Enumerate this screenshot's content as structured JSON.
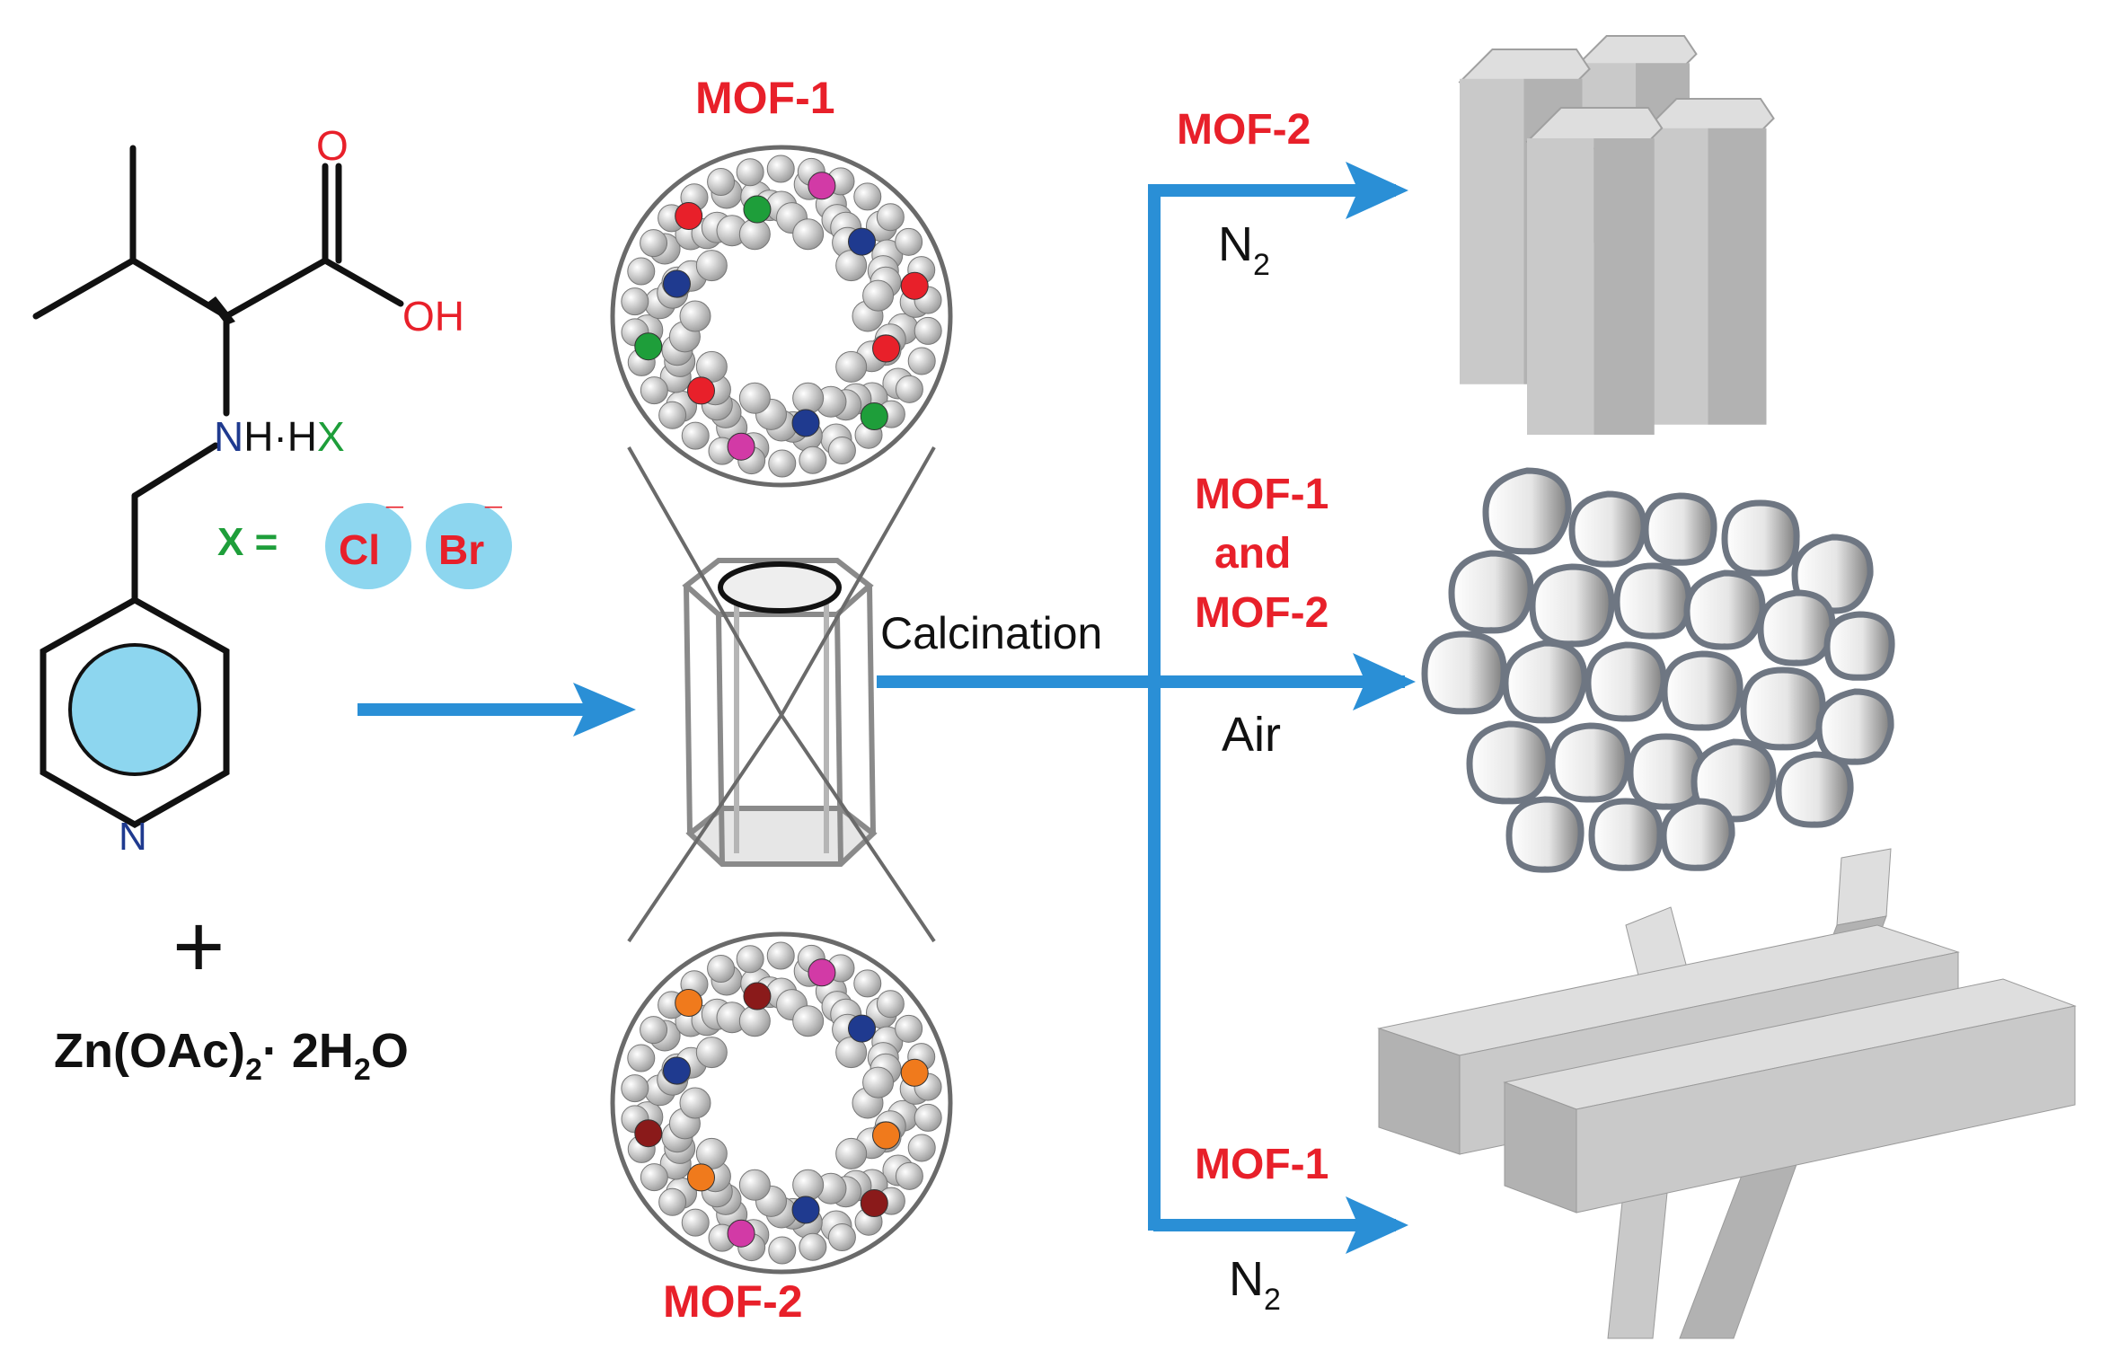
{
  "molecule": {
    "atom_o": "O",
    "atom_oh": "OH",
    "amine_n": "N",
    "amine_rest": "H·H",
    "amine_x": "X",
    "x_eq": "X =",
    "ion1": "Cl",
    "ion1_charge": "¯",
    "ion2": "Br",
    "ion2_charge": "¯",
    "ring_n": "N"
  },
  "plus": "+",
  "reagent": {
    "main": "Zn(OAc)",
    "sub1": "2",
    "dot": "· 2H",
    "sub2": "2",
    "end": "O"
  },
  "mof_top_label": "MOF-1",
  "mof_bottom_label": "MOF-2",
  "process_label": "Calcination",
  "branches": {
    "top": {
      "product": "MOF-2",
      "atmosphere": "N",
      "atm_sub": "2"
    },
    "middle": {
      "product_line1": "MOF-1",
      "product_line2": "and",
      "product_line3": "MOF-2",
      "atmosphere": "Air"
    },
    "bottom": {
      "product": "MOF-1",
      "atmosphere": "N",
      "atm_sub": "2"
    }
  },
  "colors": {
    "arrow": "#2a8fd6",
    "label_red": "#e8202a",
    "bond": "#111111",
    "oxygen": "#e8202a",
    "nitrogen": "#1f3a8f",
    "halogen": "#1e9e3a",
    "ion_fill": "#8dd6ef",
    "ring_fill": "#8dd6ef",
    "prism_face": "#c9c9c9",
    "prism_side": "#b2b2b2",
    "prism_top": "#dedede"
  }
}
